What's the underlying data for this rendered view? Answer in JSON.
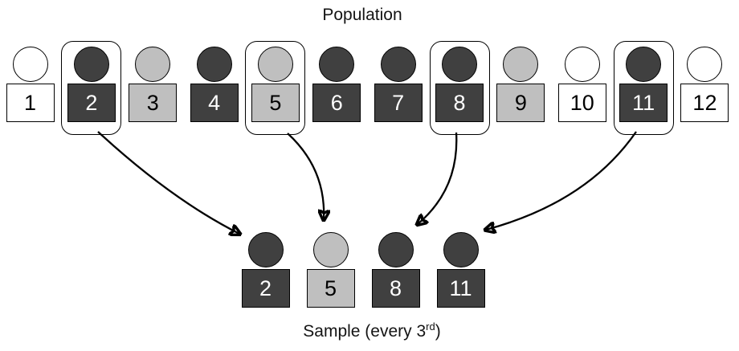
{
  "title": "Population",
  "caption": {
    "prefix": "Sample (every 3",
    "superscript": "rd",
    "suffix": ")"
  },
  "population": {
    "members": [
      {
        "label": "1",
        "shade": "white",
        "selected": false
      },
      {
        "label": "2",
        "shade": "dark",
        "selected": true
      },
      {
        "label": "3",
        "shade": "gray",
        "selected": false
      },
      {
        "label": "4",
        "shade": "dark",
        "selected": false
      },
      {
        "label": "5",
        "shade": "gray",
        "selected": true
      },
      {
        "label": "6",
        "shade": "dark",
        "selected": false
      },
      {
        "label": "7",
        "shade": "dark",
        "selected": false
      },
      {
        "label": "8",
        "shade": "dark",
        "selected": true
      },
      {
        "label": "9",
        "shade": "gray",
        "selected": false
      },
      {
        "label": "10",
        "shade": "white",
        "selected": false
      },
      {
        "label": "11",
        "shade": "dark",
        "selected": true
      },
      {
        "label": "12",
        "shade": "white",
        "selected": false
      }
    ]
  },
  "sample": {
    "interval_label": "every 3rd",
    "members": [
      {
        "label": "2",
        "shade": "dark"
      },
      {
        "label": "5",
        "shade": "gray"
      },
      {
        "label": "8",
        "shade": "dark"
      },
      {
        "label": "11",
        "shade": "dark"
      }
    ]
  },
  "colors": {
    "dark": "#404040",
    "gray": "#bfbfbf",
    "white": "#ffffff",
    "outline": "#000000",
    "background": "#ffffff"
  }
}
